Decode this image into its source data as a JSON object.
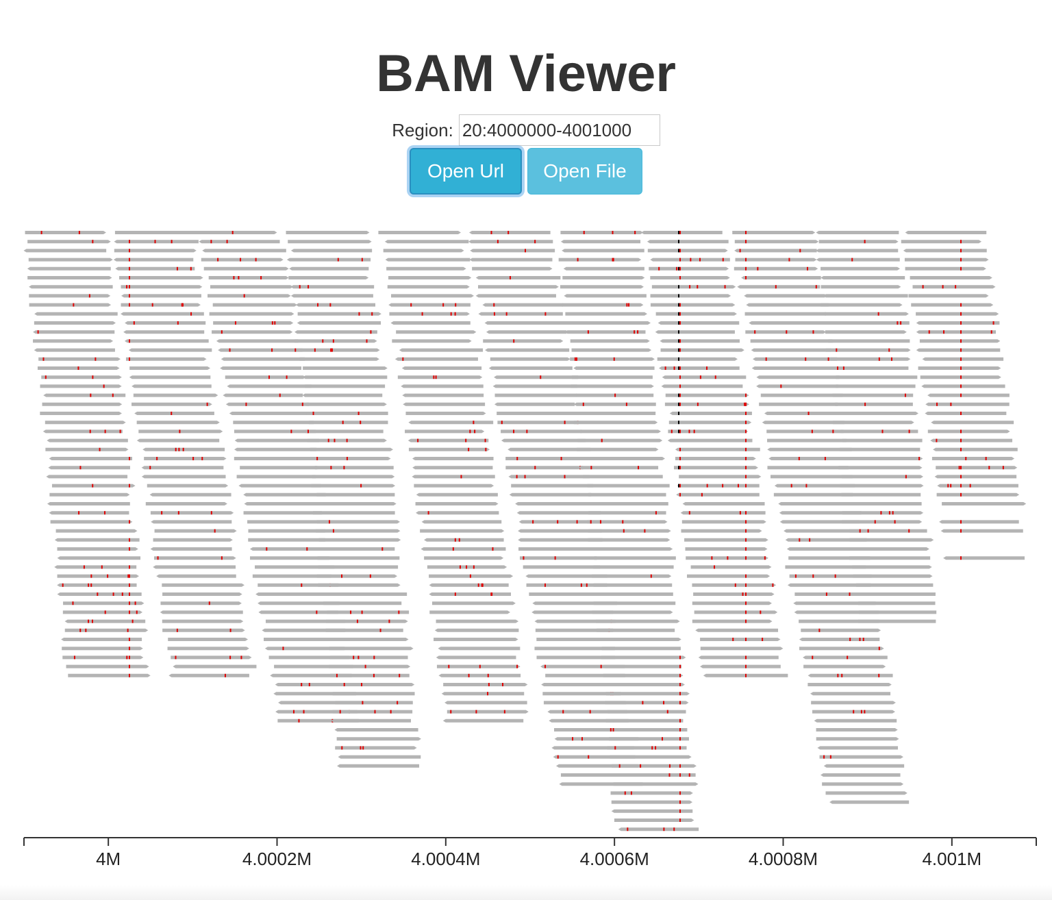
{
  "page": {
    "title": "BAM Viewer"
  },
  "region": {
    "label": "Region:",
    "value": "20:4000000-4001000"
  },
  "buttons": {
    "open_url": "Open Url",
    "open_file": "Open File"
  },
  "axis": {
    "domain": [
      3999900,
      4001100
    ],
    "ticks": [
      {
        "value": 4000000,
        "label": "4M"
      },
      {
        "value": 4000200,
        "label": "4.0002M"
      },
      {
        "value": 4000400,
        "label": "4.0004M"
      },
      {
        "value": 4000600,
        "label": "4.0006M"
      },
      {
        "value": 4000800,
        "label": "4.0008M"
      },
      {
        "value": 4001000,
        "label": "4.001M"
      }
    ]
  },
  "colors": {
    "read": "#b4b4b4",
    "mismatch": "#e00000",
    "deletion": "#000000",
    "axis": "#333333"
  }
}
